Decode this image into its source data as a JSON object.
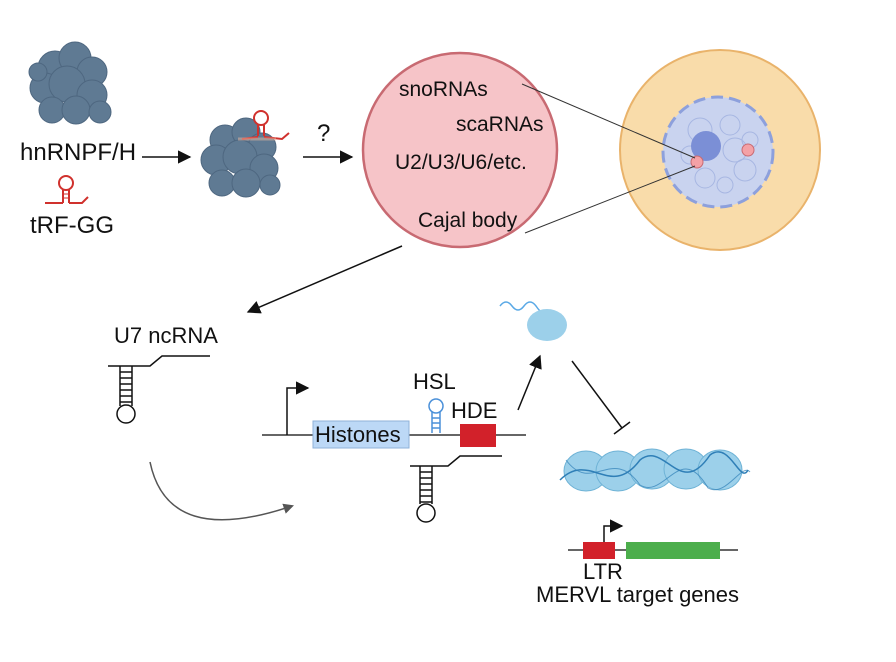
{
  "labels": {
    "hnrnp": "hnRNPF/H",
    "trf": "tRF-GG",
    "question": "?",
    "cajal_list": [
      "snoRNAs",
      "scaRNAs",
      "U2/U3/U6/etc."
    ],
    "cajal_body": "Cajal body",
    "u7": "U7 ncRNA",
    "histones": "Histones",
    "hsl": "HSL",
    "hde": "HDE",
    "ltr": "LTR",
    "mervl": "MERVL target genes"
  },
  "colors": {
    "protein": "#5f7a93",
    "rna_red": "#d0312d",
    "cajal_fill": "#f6c4c8",
    "cajal_stroke": "#c86a72",
    "cell_fill": "#f9dcaa",
    "cell_stroke": "#e9b36b",
    "nucleus_fill": "#c9d3ef",
    "nucleolus": "#7b8fd6",
    "histone_box": "#bcd8f6",
    "hde_box": "#d2212a",
    "chromatin": "#9cd0ea",
    "ltr_box": "#d2212a",
    "gene_box": "#4cae4c"
  }
}
